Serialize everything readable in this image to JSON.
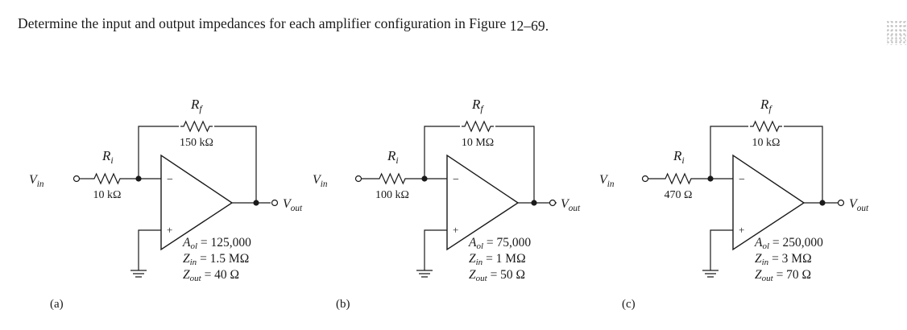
{
  "question": {
    "text": "Determine the input and output impedances for each amplifier configuration in Figure ",
    "figure_ref": "12–69."
  },
  "circuits": [
    {
      "label": "(a)",
      "rf_symbol": "R",
      "rf_sub": "f",
      "rf_value": "150 kΩ",
      "ri_symbol": "R",
      "ri_sub": "i",
      "ri_value": "10 kΩ",
      "vin": "V",
      "vin_sub": "in",
      "vout": "V",
      "vout_sub": "out",
      "minus": "−",
      "plus": "+",
      "aol": "A",
      "aol_sub": "ol",
      "aol_value": " = 125,000",
      "zin": "Z",
      "zin_sub": "in",
      "zin_value": " = 1.5 MΩ",
      "zout": "Z",
      "zout_sub": "out",
      "zout_value": " = 40 Ω"
    },
    {
      "label": "(b)",
      "rf_symbol": "R",
      "rf_sub": "f",
      "rf_value": "10 MΩ",
      "ri_symbol": "R",
      "ri_sub": "i",
      "ri_value": "100 kΩ",
      "vin": "V",
      "vin_sub": "in",
      "vout": "V",
      "vout_sub": "out",
      "minus": "−",
      "plus": "+",
      "aol": "A",
      "aol_sub": "ol",
      "aol_value": " = 75,000",
      "zin": "Z",
      "zin_sub": "in",
      "zin_value": " = 1 MΩ",
      "zout": "Z",
      "zout_sub": "out",
      "zout_value": " = 50 Ω"
    },
    {
      "label": "(c)",
      "rf_symbol": "R",
      "rf_sub": "f",
      "rf_value": "10 kΩ",
      "ri_symbol": "R",
      "ri_sub": "i",
      "ri_value": "470 Ω",
      "vin": "V",
      "vin_sub": "in",
      "vout": "V",
      "vout_sub": "out",
      "minus": "−",
      "plus": "+",
      "aol": "A",
      "aol_sub": "ol",
      "aol_value": " = 250,000",
      "zin": "Z",
      "zin_sub": "in",
      "zin_value": " = 3 MΩ",
      "zout": "Z",
      "zout_sub": "out",
      "zout_value": " = 70 Ω"
    }
  ]
}
